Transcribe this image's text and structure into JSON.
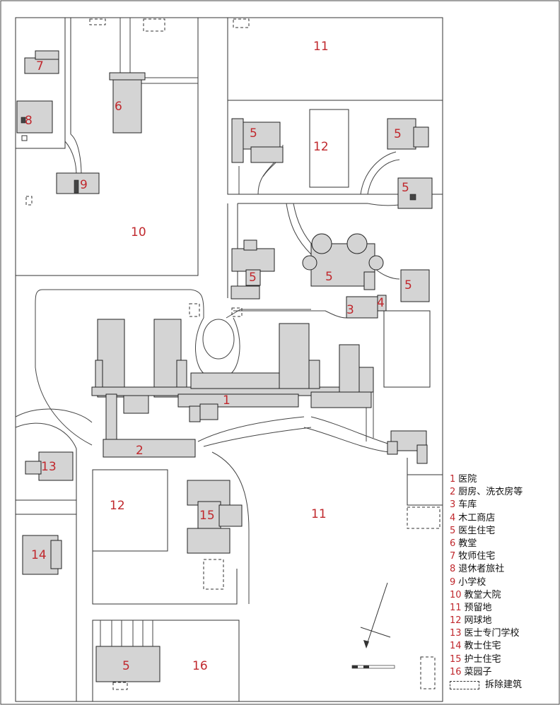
{
  "map_labels": {
    "l1": "1",
    "l2": "2",
    "l3": "3",
    "l4": "4",
    "l5": "5",
    "l6": "6",
    "l7": "7",
    "l8": "8",
    "l9": "9",
    "l10": "10",
    "l11": "11",
    "l12": "12",
    "l13": "13",
    "l14": "14",
    "l15": "15",
    "l16": "16"
  },
  "legend": {
    "items": [
      {
        "num": "1",
        "text": "医院"
      },
      {
        "num": "2",
        "text": "厨房、洗衣房等"
      },
      {
        "num": "3",
        "text": "车库"
      },
      {
        "num": "4",
        "text": "木工商店"
      },
      {
        "num": "5",
        "text": "医生住宅"
      },
      {
        "num": "6",
        "text": "教堂"
      },
      {
        "num": "7",
        "text": "牧师住宅"
      },
      {
        "num": "8",
        "text": "退休者旅社"
      },
      {
        "num": "9",
        "text": "小学校"
      },
      {
        "num": "10",
        "text": "教堂大院"
      },
      {
        "num": "11",
        "text": "预留地"
      },
      {
        "num": "12",
        "text": "网球地"
      },
      {
        "num": "13",
        "text": "医士专门学校"
      },
      {
        "num": "14",
        "text": "教士住宅"
      },
      {
        "num": "15",
        "text": "护士住宅"
      },
      {
        "num": "16",
        "text": "菜园子"
      }
    ],
    "demolished_label": "拆除建筑"
  },
  "colors": {
    "label": "#c0282d",
    "building_fill": "#d4d4d4",
    "line": "#333333"
  },
  "icons": {
    "north_arrow": "north-arrow-icon",
    "scale_bar": "scale-bar-icon"
  }
}
